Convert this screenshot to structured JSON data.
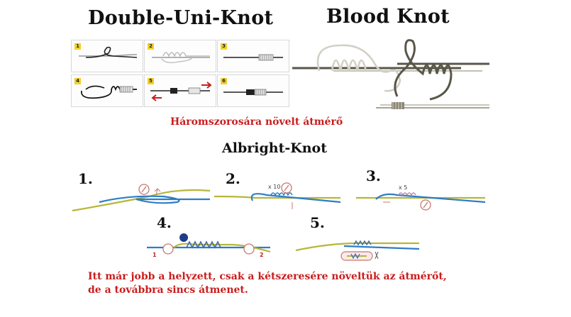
{
  "titles": {
    "double_uni": "Double-Uni-Knot",
    "blood": "Blood Knot",
    "albright": "Albright-Knot"
  },
  "notes": {
    "triple_diameter": "Háromszorosára növelt átmérő",
    "albright_line1": "Itt már jobb a helyzett, csak a kétszeresére növeltük az átmérőt,",
    "albright_line2": "de a továbbra sincs átmenet."
  },
  "uni_steps": [
    "1",
    "2",
    "3",
    "4",
    "5",
    "6"
  ],
  "albright_steps": [
    "1.",
    "2.",
    "3.",
    "4.",
    "5."
  ],
  "albright_markers": {
    "wraps_step2": "x 10",
    "wraps_step3": "x 5",
    "left_marker": "1",
    "right_marker": "2"
  },
  "colors": {
    "line_yellow": "#b7b63a",
    "line_blue": "#2e7dc4",
    "line_dark": "#5a5649",
    "red": "#c91d1d",
    "marker_ring": "#c7786e",
    "drop_icon": "#1f3c88"
  }
}
